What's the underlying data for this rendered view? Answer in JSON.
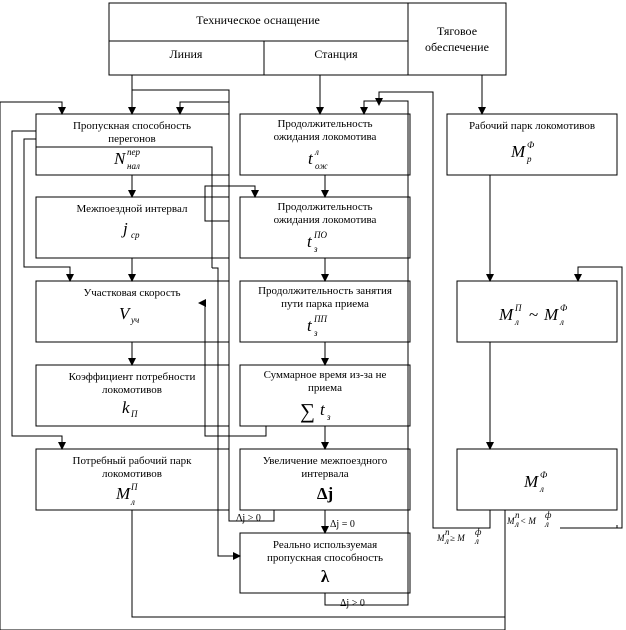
{
  "header": {
    "tech": "Техническое оснащение",
    "line": "Линия",
    "station": "Станция",
    "traction_1": "Тяговое",
    "traction_2": "обеспечение"
  },
  "left": {
    "capacity_1": "Пропускная способность",
    "capacity_2": "перегонов",
    "capacity_sym": "N",
    "capacity_sup": "пер",
    "capacity_sub": "нал",
    "interval": "Межпоездной интервал",
    "interval_sym": "j",
    "interval_sub": "ср",
    "speed": "Участковая скорость",
    "speed_sym": "V",
    "speed_sub": "уч",
    "coef_1": "Коэффициент потребности",
    "coef_2": "локомотивов",
    "coef_sym": "k",
    "coef_sub": "П",
    "need_1": "Потребный рабочий парк",
    "need_2": "локомотивов",
    "need_sym": "M",
    "need_sup": "П",
    "need_sub": "л"
  },
  "middle": {
    "wait1_1": "Продолжительность",
    "wait1_2": "ожидания локомотива",
    "wait1_sym": "t",
    "wait1_sup": "л",
    "wait1_sub": "ож",
    "wait2_1": "Продолжительность",
    "wait2_2": "ожидания локомотива",
    "wait2_sym": "t",
    "wait2_sup": "ПО",
    "wait2_sub": "з",
    "occupy_1": "Продолжительность занятия",
    "occupy_2": "пути парка приема",
    "occupy_sym": "t",
    "occupy_sup": "ПП",
    "occupy_sub": "з",
    "total_1": "Суммарное время из-за не",
    "total_2": "приема",
    "total_sum": "∑",
    "total_sym": "t",
    "total_sub": "з",
    "increase_1": "Увеличение межпоездного",
    "increase_2": "интервала",
    "increase_sym": "Δj",
    "real_1": "Реально используемая",
    "real_2": "пропускная способность",
    "real_sym": "λ"
  },
  "right": {
    "work_1": "Рабочий парк локомотивов",
    "work_sym": "M",
    "work_sup": "Ф",
    "work_sub": "р",
    "cmp_sym": "M",
    "cmp_sup": "П",
    "cmp_sub": "л",
    "cmp_op": "~",
    "cmp_sym2": "M",
    "cmp_sup2": "Ф",
    "cmp_sub2": "л",
    "fact_sym": "M",
    "fact_sup": "Ф",
    "fact_sub": "л"
  },
  "edge_labels": {
    "dj_gt_0_a": "Δj > 0",
    "dj_eq_0": "Δj = 0",
    "dj_gt_0_b": "Δj > 0",
    "cond_ge": "M",
    "cond_ge_sub": "л",
    "cond_ge_sup": "п",
    "cond_ge_op": " ≥ M",
    "cond_ge_sub2": "л",
    "cond_ge_sup2": "ф",
    "cond_lt": "M",
    "cond_lt_sub": "л",
    "cond_lt_sup": "п",
    "cond_lt_op": " < M",
    "cond_lt_sub2": "л",
    "cond_lt_sup2": "ф"
  }
}
